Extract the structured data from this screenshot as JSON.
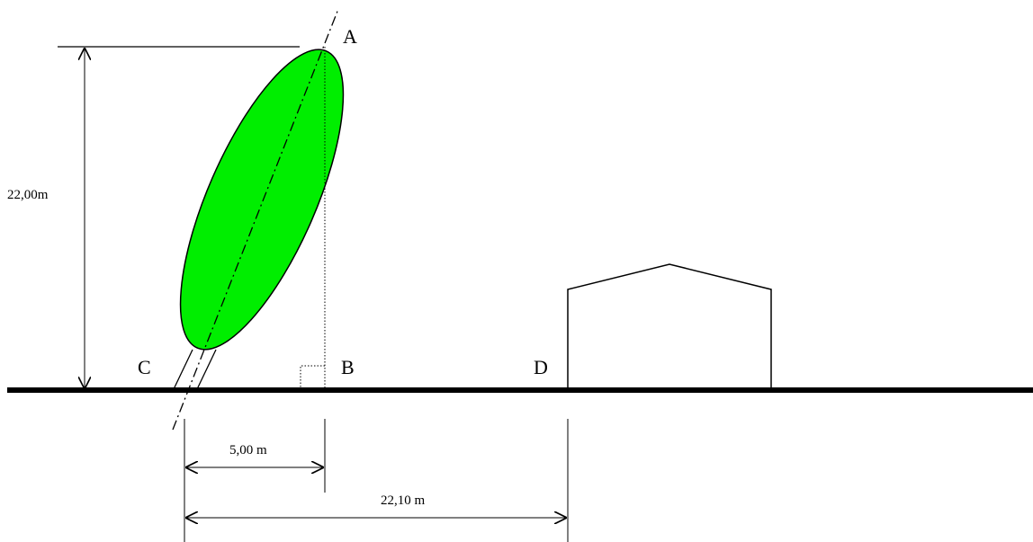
{
  "points": {
    "a": "A",
    "b": "B",
    "c": "C",
    "d": "D"
  },
  "dimensions": {
    "height": "22,00m",
    "cb": "5,00 m",
    "cd": "22,10 m"
  },
  "colors": {
    "tree_crown": "#00ee00",
    "line": "#000000",
    "background": "#ffffff"
  }
}
